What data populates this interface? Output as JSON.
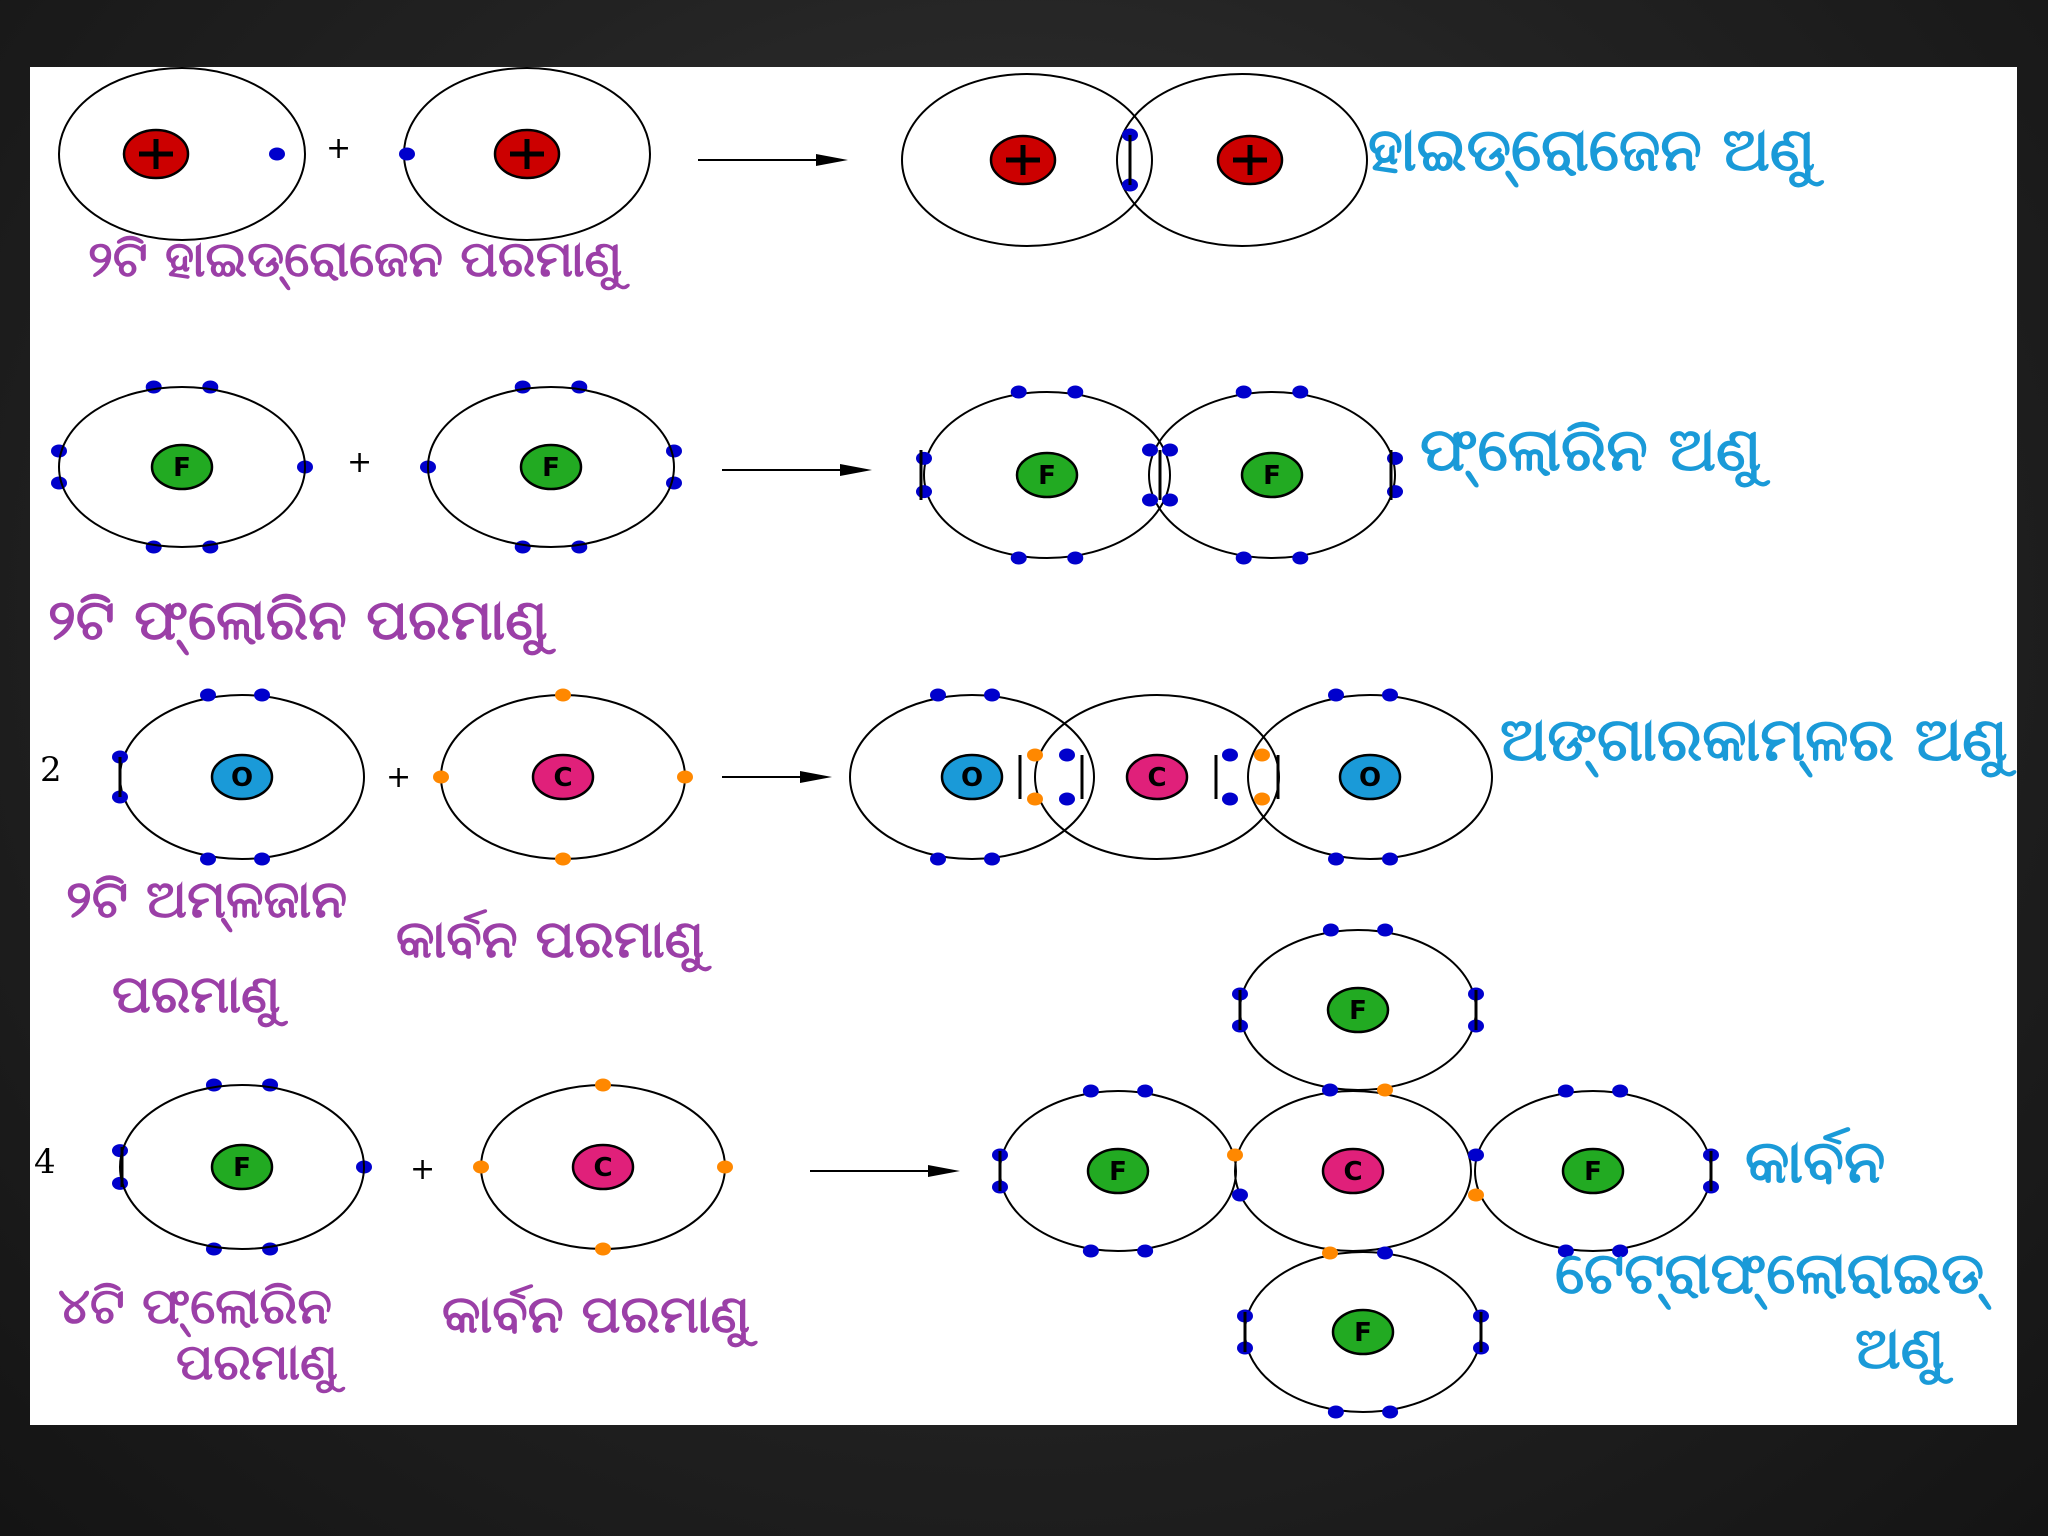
{
  "colors": {
    "electron_blue": "#0000cc",
    "electron_orange": "#ff8800",
    "hydrogen_nucleus": "#cc0000",
    "fluorine_nucleus": "#22aa22",
    "oxygen_nucleus": "#1a9ad8",
    "carbon_nucleus": "#e0207a",
    "label_purple": "#9b3fa7",
    "label_cyan": "#1a9ad8"
  },
  "symbols": {
    "hydrogen": "+",
    "fluorine": "F",
    "oxygen": "O",
    "carbon": "C",
    "plus": "+"
  },
  "rows": {
    "hydrogen": {
      "reactant_label": "୨ଟି ହାଇଡ୍ରୋଜେନ ପରମାଣୁ",
      "product_label": "ହାଇଡ୍ରୋଜେନ ଅଣୁ"
    },
    "fluorine": {
      "reactant_label": "୨ଟି ଫ୍ଲୋରିନ ପରମାଣୁ",
      "product_label": "ଫ୍ଲୋରିନ ଅଣୁ"
    },
    "carbon_dioxide": {
      "coefficient": "2",
      "reactant1_label_line1": "୨ଟି ଅମ୍ଳଜାନ",
      "reactant1_label_line2": "ପରମାଣୁ",
      "reactant2_label": "କାର୍ବନ ପରମାଣୁ",
      "product_label": "ଅଙ୍ଗାରକାମ୍ଳର ଅଣୁ"
    },
    "carbon_tetrafluoride": {
      "coefficient": "4",
      "reactant1_label_line1": "୪ଟି ଫ୍ଲୋରିନ",
      "reactant1_label_line2": "ପରମାଣୁ",
      "reactant2_label": "କାର୍ବନ ପରମାଣୁ",
      "product_label_line1": "କାର୍ବନ",
      "product_label_line2": "ଟେଟ୍ରାଫ୍ଲୋରାଇଡ୍",
      "product_label_line3": "ଅଣୁ"
    }
  }
}
